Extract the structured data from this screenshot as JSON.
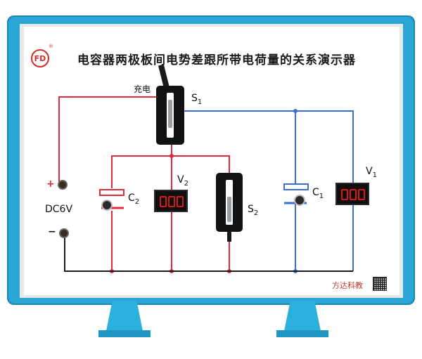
{
  "title": "电容器两极板间电势差跟所带电荷量的关系演示器",
  "logo": {
    "letters": "FD",
    "registered": "®"
  },
  "labels": {
    "charge": "充电",
    "s1": "S",
    "s1_sub": "1",
    "s2": "S",
    "s2_sub": "2",
    "c1": "C",
    "c1_sub": "1",
    "c2": "C",
    "c2_sub": "2",
    "v1": "V",
    "v1_sub": "1",
    "v2": "V",
    "v2_sub": "2",
    "plus": "+",
    "minus": "−",
    "supply": "DC6V"
  },
  "brand": "方达科教",
  "colors": {
    "red_wire": "#e02b3c",
    "blue_wire": "#3a6fd6",
    "black_wire": "#1a1a1a",
    "frame": "#2aa6d6",
    "digit": "#d91818"
  }
}
